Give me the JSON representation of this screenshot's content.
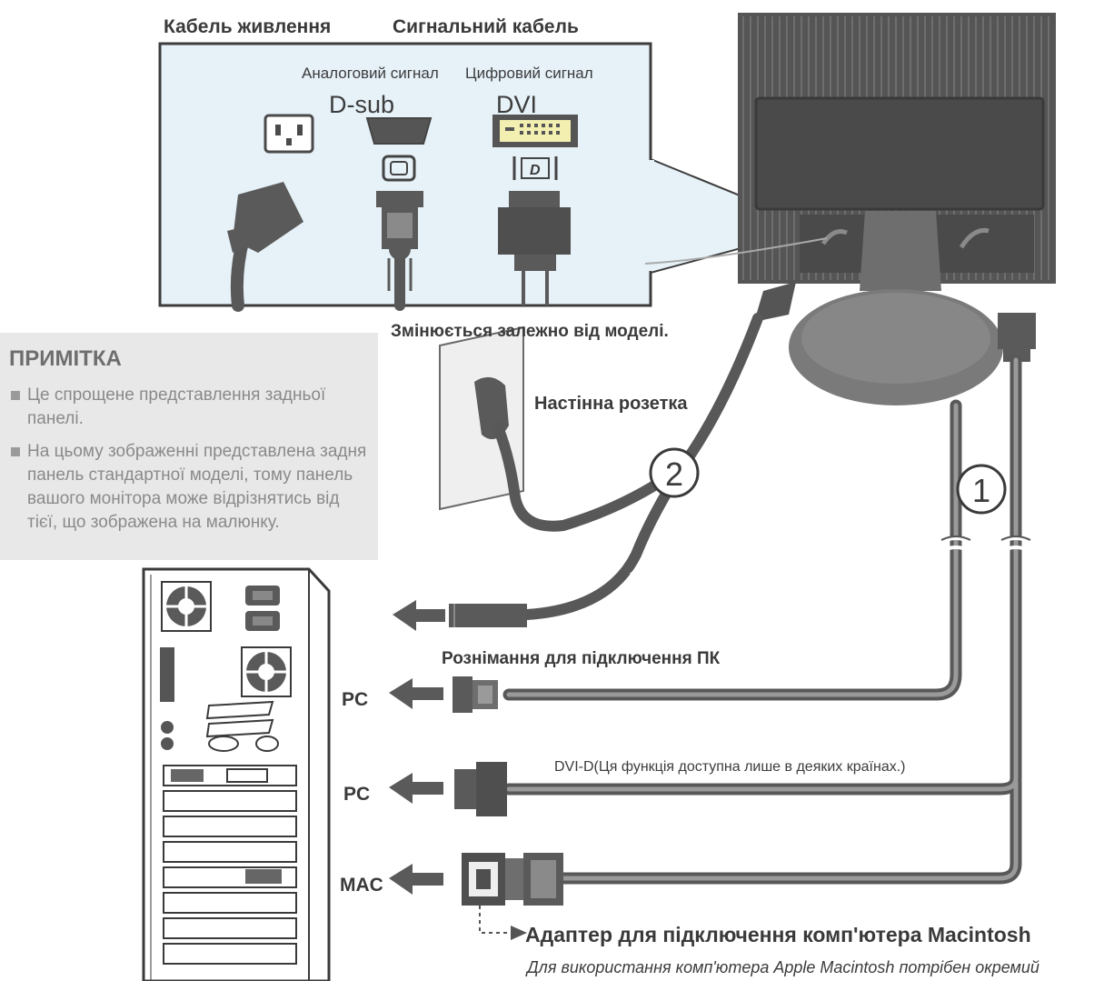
{
  "top": {
    "power_cable": "Кабель живлення",
    "signal_cable": "Сигнальний кабель",
    "analog_signal": "Аналоговий сигнал",
    "digital_signal": "Цифровий сигнал",
    "dsub": "D-sub",
    "dvi": "DVI"
  },
  "varies": "Змінюється залежно від моделі.",
  "wall_socket": "Настінна розетка",
  "note": {
    "title": "ПРИМІТКА",
    "items": [
      [
        "Це спрощене представлення задньої",
        "панелі."
      ],
      [
        "На цьому зображенні представлена задня",
        "панель стандартної моделі, тому панель",
        "вашого монітора може відрізнятись від",
        "тієї, що зображена на малюнку."
      ]
    ]
  },
  "markers": {
    "one": "1",
    "two": "2"
  },
  "pc_connector": "Рознімання для підключення ПК",
  "dvi_d": "DVI-D(Ця функція доступна лише в деяких країнах.)",
  "ports": {
    "pc1": "PC",
    "pc2": "PC",
    "mac": "MAC"
  },
  "mac_adapter": "Адаптер для підключення комп'ютера Macintosh",
  "mac_note": "Для використання комп'ютера Apple Macintosh потрібен окремий"
}
